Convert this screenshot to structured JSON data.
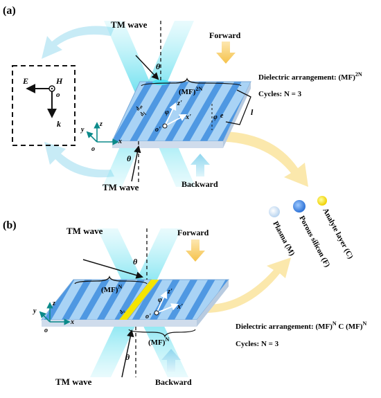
{
  "panel_a": {
    "label": "(a)",
    "tm_wave_top": "TM wave",
    "tm_wave_bottom": "TM wave",
    "forward": "Forward",
    "backward": "Backward",
    "theta_top": "θ",
    "theta_bottom": "θ",
    "stack_label": "(MF)",
    "stack_sup": "2N",
    "arrangement_prefix": "Dielectric arrangement: (MF)",
    "arrangement_sup": "2N",
    "cycles": "Cycles: N = 3",
    "d_m": "d",
    "d_m_sub": "m",
    "d_f": "d",
    "d_f_sub": "f",
    "l_label": "l",
    "phi1": "φ",
    "phi2": "φ",
    "e_label": "e",
    "z_prime": "z'",
    "x_prime": "x'",
    "o_prime": "o'",
    "axis_x": "x",
    "axis_y": "y",
    "axis_z": "z",
    "axis_o": "o"
  },
  "field_box": {
    "E": "E",
    "H": "H",
    "o": "o",
    "k": "k"
  },
  "legend": {
    "plasma": "Plasma (M)",
    "porous": "Porous silicon (F)",
    "analyte": "Analyte layer (C)"
  },
  "panel_b": {
    "label": "(b)",
    "tm_wave_top": "TM wave",
    "tm_wave_bottom": "TM wave",
    "forward": "Forward",
    "backward": "Backward",
    "theta_top": "θ",
    "theta_bottom": "θ",
    "left_stack": "(MF)",
    "left_sup": "N",
    "right_stack": "(MF)",
    "right_sup": "N",
    "d_c": "d",
    "d_c_sub": "c",
    "phi": "φ",
    "z_prime": "z'",
    "x_prime": "x'",
    "o_prime": "o'",
    "axis_x": "x",
    "axis_y": "y",
    "axis_z": "z",
    "axis_o": "o",
    "arrangement_prefix": "Dielectric arrangement: (MF)",
    "arrangement_sup1": "N",
    "arrangement_mid": " C (MF)",
    "arrangement_sup2": "N",
    "cycles": "Cycles: N = 3"
  },
  "colors": {
    "beam": "#34d4e8",
    "stripe_light": "#a9d3f5",
    "stripe_dark": "#4a94e0",
    "analyte": "#f5e400",
    "big_arrow_cyan": "#c9ecf5",
    "big_arrow_yellow": "#fbe7a0",
    "forward_arrow": "#f5c95a",
    "backward_arrow": "#a9dff0"
  }
}
